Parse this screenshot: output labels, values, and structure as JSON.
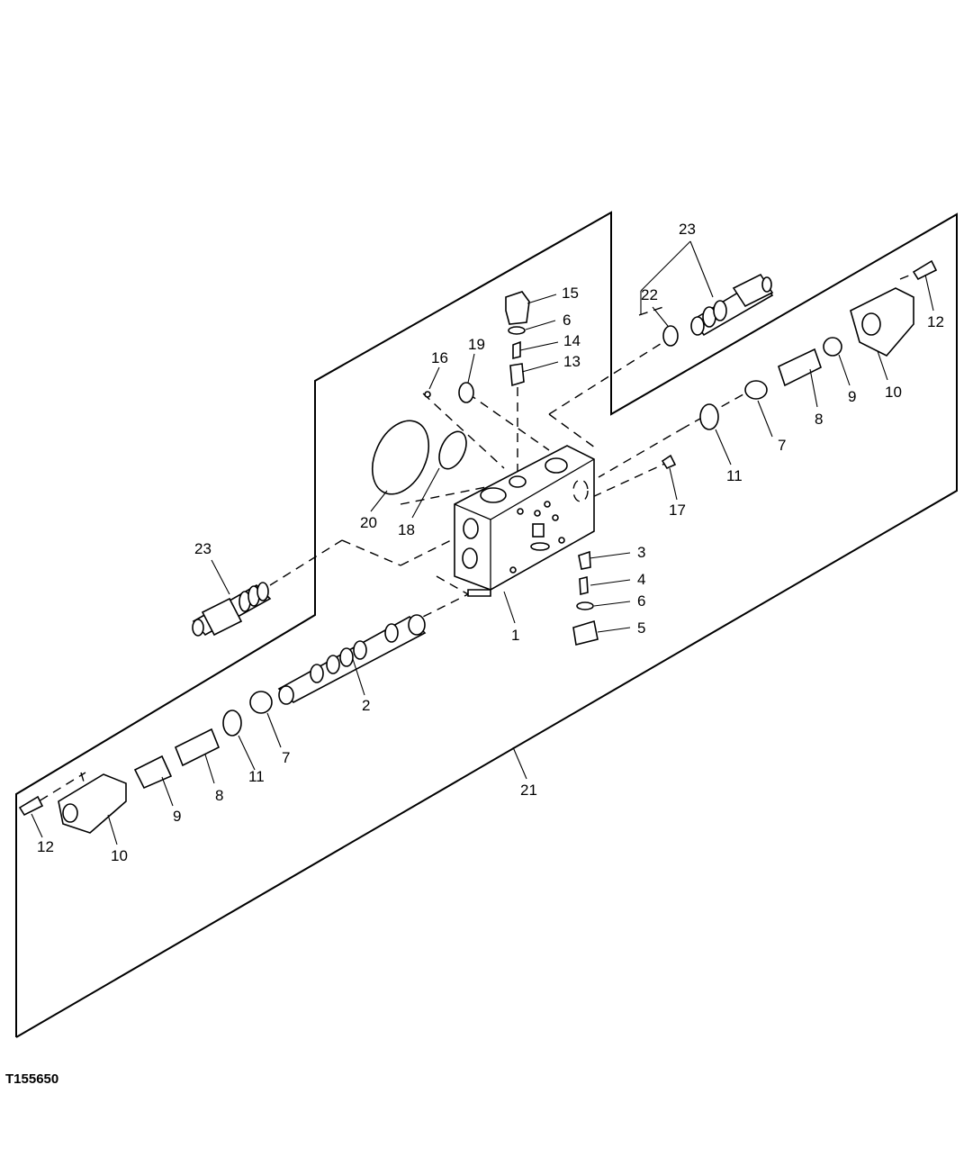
{
  "figure": {
    "reference_code": "T155650"
  },
  "callouts": {
    "c1": "1",
    "c2": "2",
    "c3": "3",
    "c4": "4",
    "c5": "5",
    "c6a": "6",
    "c6b": "6",
    "c7a": "7",
    "c7b": "7",
    "c8a": "8",
    "c8b": "8",
    "c9a": "9",
    "c9b": "9",
    "c10a": "10",
    "c10b": "10",
    "c11a": "11",
    "c11b": "11",
    "c12a": "12",
    "c12b": "12",
    "c13": "13",
    "c14": "14",
    "c15": "15",
    "c16": "16",
    "c17": "17",
    "c18": "18",
    "c19": "19",
    "c20": "20",
    "c21": "21",
    "c22": "22",
    "c23a": "23",
    "c23b": "23"
  }
}
